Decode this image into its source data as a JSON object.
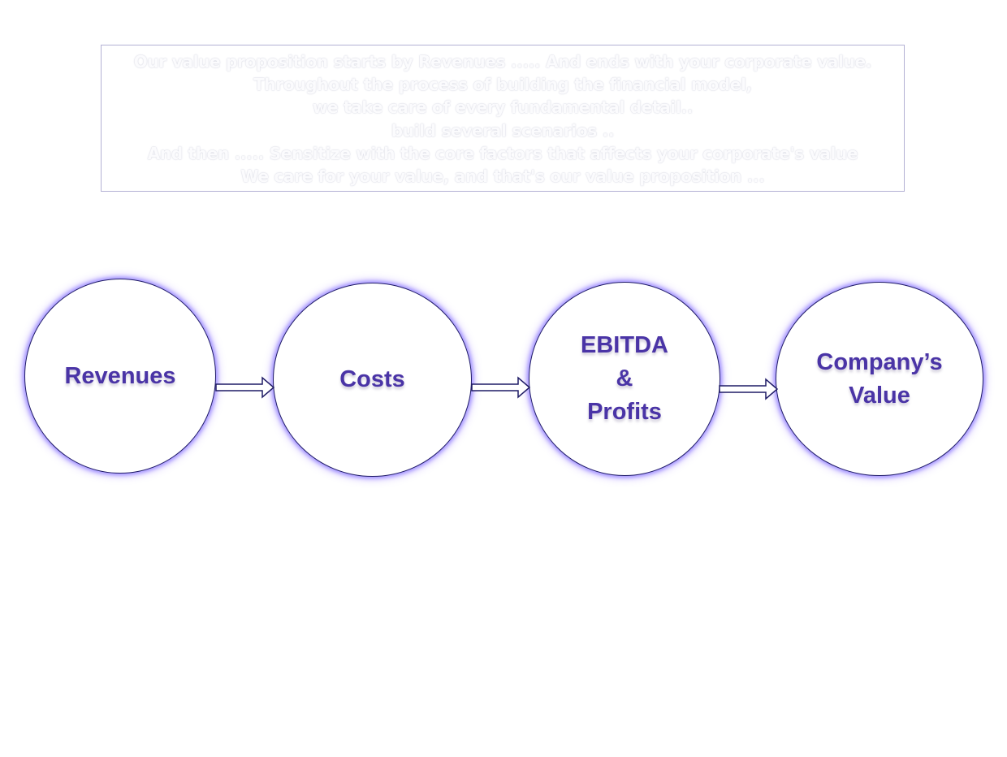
{
  "proposition": {
    "lines": [
      "Our value proposition starts by Revenues ..... And ends with your corporate value.",
      "Throughout the process of building the financial model,",
      "we take care of every fundamental detail..",
      "build several scenarios ..",
      "And then ..... Sensitize with the core factors that affects your corporate's value",
      "We care for your value, and that's our value proposition ..."
    ]
  },
  "flow": {
    "steps": [
      {
        "lines": [
          "Revenues"
        ]
      },
      {
        "lines": [
          "Costs"
        ]
      },
      {
        "lines": [
          "EBITDA",
          "&",
          "Profits"
        ]
      },
      {
        "lines": [
          "Company’s",
          "Value"
        ]
      }
    ]
  },
  "colors": {
    "label": "#4a34a6",
    "outline": "#1f1b66",
    "glow": "#a394ff"
  }
}
